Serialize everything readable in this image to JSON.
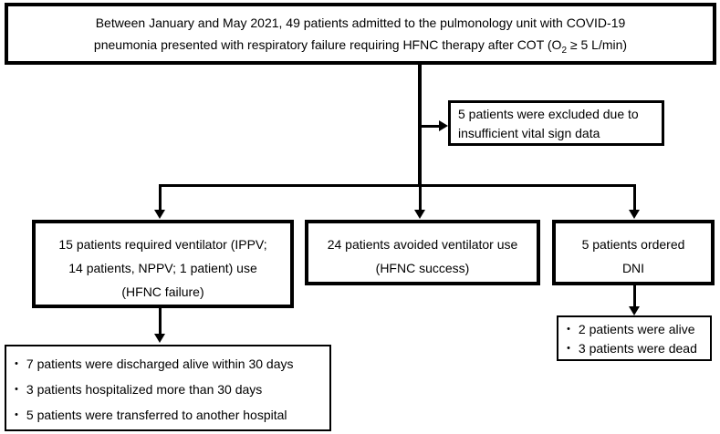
{
  "top_box": {
    "line1": "Between January and  May 2021, 49 patients admitted to the pulmonology unit with COVID-19",
    "line2_prefix": "pneumonia presented with respiratory failure requiring HFNC therapy after COT (O",
    "line2_sub": "2",
    "line2_suffix": " ≥ 5 L/min)"
  },
  "excluded_box": {
    "line1": "5 patients were excluded due to",
    "line2": "insufficient vital sign data"
  },
  "ventilator_box": {
    "line1": "15 patients required ventilator (IPPV;",
    "line2": "14 patients, NPPV; 1 patient) use",
    "line3": "(HFNC failure)"
  },
  "avoided_box": {
    "line1": "24 patients avoided ventilator use",
    "line2": "(HFNC success)"
  },
  "dni_box": {
    "line1": "5 patients ordered",
    "line2": "DNI"
  },
  "dni_outcome_box": {
    "items": [
      "・ 2 patients were alive",
      "・ 3 patients were dead"
    ]
  },
  "ventilator_outcome_box": {
    "items": [
      "・ 7 patients were discharged alive within 30 days",
      "・ 3 patients hospitalized more than 30 days",
      "・ 5 patients were transferred to another hospital"
    ]
  }
}
